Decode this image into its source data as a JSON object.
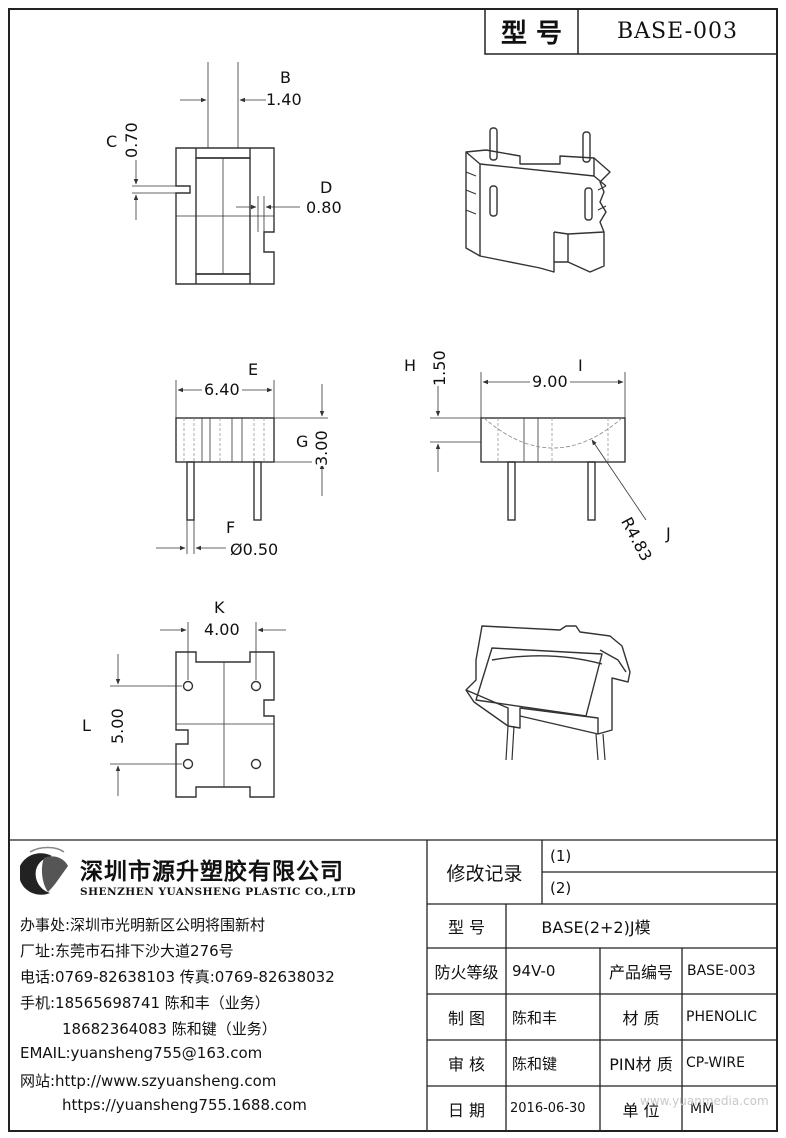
{
  "title_block": {
    "model_label": "型 号",
    "model_value": "BASE-003"
  },
  "dimensions": {
    "B": {
      "letter": "B",
      "value": "1.40"
    },
    "C": {
      "letter": "C",
      "value": "0.70"
    },
    "D": {
      "letter": "D",
      "value": "0.80"
    },
    "E": {
      "letter": "E",
      "value": "6.40"
    },
    "F": {
      "letter": "F",
      "value": "Ø0.50"
    },
    "G": {
      "letter": "G",
      "value": "3.00"
    },
    "H": {
      "letter": "H",
      "value": "1.50"
    },
    "I": {
      "letter": "I",
      "value": "9.00"
    },
    "J": {
      "letter": "J",
      "value": "R4.83"
    },
    "K": {
      "letter": "K",
      "value": "4.00"
    },
    "L": {
      "letter": "L",
      "value": "5.00"
    }
  },
  "company": {
    "name_cn": "深圳市源升塑胶有限公司",
    "name_en": "SHENZHEN YUANSHENG PLASTIC CO.,LTD",
    "lines": [
      "办事处:深圳市光明新区公明将围新村",
      "厂址:东莞市石排下沙大道276号",
      "电话:0769-82638103 传真:0769-82638032",
      "手机:18565698741 陈和丰（业务）",
      "18682364083 陈和键（业务）",
      "EMAIL:yuansheng755@163.com",
      "网站:http://www.szyuansheng.com",
      "https://yuansheng755.1688.com"
    ]
  },
  "revision": {
    "label": "修改记录",
    "rows": [
      "(1)",
      "(2)"
    ]
  },
  "info": {
    "model_label": "型 号",
    "model_value": "BASE(2+2)J模",
    "fire_label": "防火等级",
    "fire_value": "94V-0",
    "product_no_label": "产品编号",
    "product_no_value": "BASE-003",
    "drawn_label": "制 图",
    "drawn_value": "陈和丰",
    "material_label": "材 质",
    "material_value": "PHENOLIC",
    "check_label": "审 核",
    "check_value": "陈和键",
    "pin_label": "PIN材 质",
    "pin_value": "CP-WIRE",
    "date_label": "日 期",
    "date_value": "2016-06-30",
    "unit_label": "单 位",
    "unit_value": "MM"
  },
  "watermark": "www.yuanmedia.com",
  "colors": {
    "line": "#222222",
    "dim_line": "#333333",
    "hidden_line": "#888888"
  }
}
